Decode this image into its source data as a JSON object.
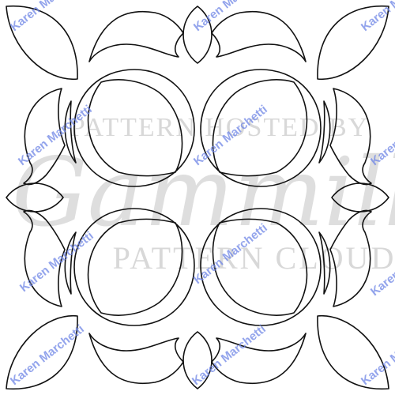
{
  "watermark": {
    "top_line": "PATTERN HOSTED BY",
    "script": "Gammill",
    "bottom_line": "PATTERN CLOUD",
    "color": "#d8d8d8"
  },
  "signature": {
    "text": "Karen Marchetti",
    "color": "#6f86e6"
  },
  "pattern": {
    "line_color": "#111111",
    "background": "#ffffff"
  }
}
